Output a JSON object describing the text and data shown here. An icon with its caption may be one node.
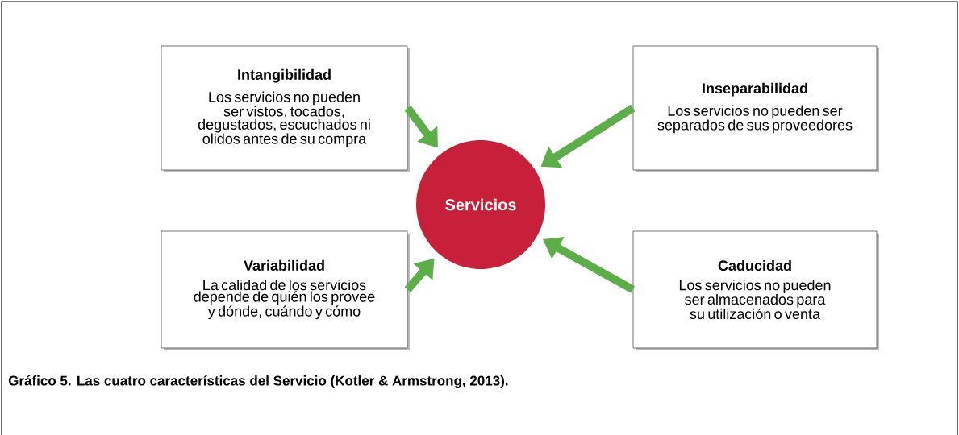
{
  "diagram": {
    "caption": "Gráfico 5. Las cuatro características del Servicio (Kotler & Armstrong, 2013).",
    "nodes": [
      {
        "text": [
          "Intangibilidad",
          "Los servicios no pueden ser vistos, tocados, degustados, escuchados ni olidos antes de su compra"
        ]
      },
      {
        "text": [
          "Inseparabilidad",
          "Los servicios no pueden ser separados de sus proveedores"
        ]
      },
      {
        "text": [
          "Servicios"
        ]
      },
      {
        "text": [
          "Variabilidad",
          "La calidad de los servicios depende de quién los provee y dónde, cuándo y cómo"
        ]
      },
      {
        "text": [
          "Caducidad",
          "Los servicios no pueden ser almacenados para su utilización o venta"
        ]
      }
    ],
    "edges": [
      {
        "from": 0,
        "to": 2,
        "arrow": "to"
      },
      {
        "from": 1,
        "to": 2,
        "arrow": "to"
      },
      {
        "from": 3,
        "to": 2,
        "arrow": "to"
      },
      {
        "from": 4,
        "to": 2,
        "arrow": "to"
      }
    ]
  }
}
